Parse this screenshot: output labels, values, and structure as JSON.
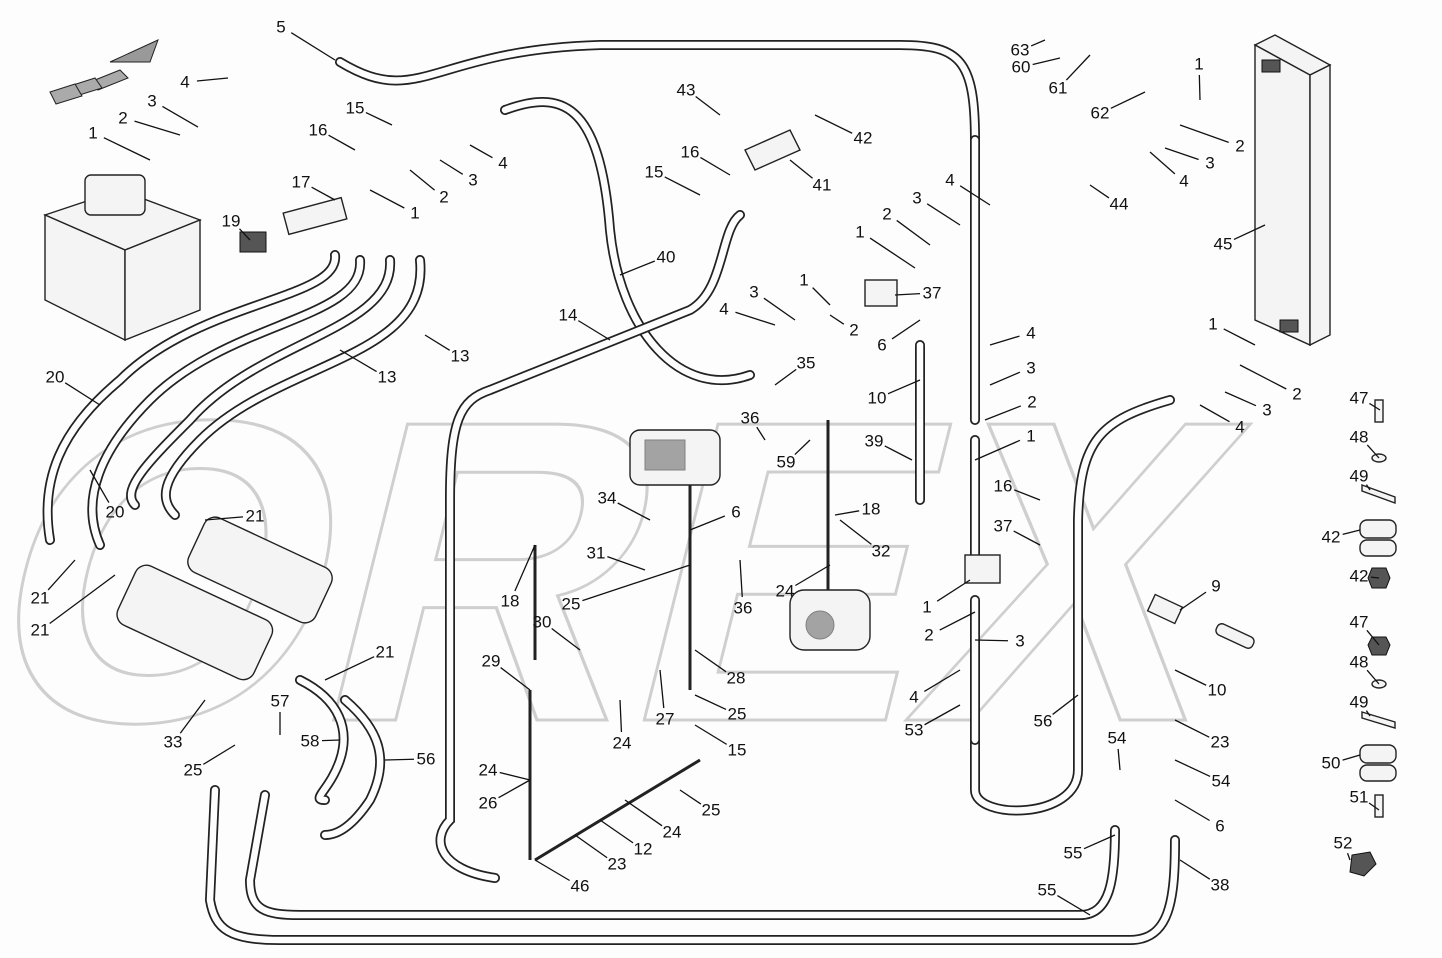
{
  "diagram": {
    "watermark": "OREX",
    "part_labels": [
      "5",
      "4",
      "3",
      "2",
      "1",
      "15",
      "16",
      "17",
      "19",
      "1",
      "2",
      "3",
      "4",
      "43",
      "42",
      "16",
      "15",
      "41",
      "63",
      "60",
      "61",
      "62",
      "1",
      "2",
      "3",
      "4",
      "44",
      "45",
      "4",
      "3",
      "2",
      "1",
      "37",
      "40",
      "14",
      "3",
      "4",
      "1",
      "2",
      "6",
      "35",
      "10",
      "4",
      "3",
      "2",
      "1",
      "39",
      "36",
      "59",
      "1",
      "2",
      "3",
      "4",
      "13",
      "13",
      "20",
      "20",
      "21",
      "21",
      "21",
      "21",
      "33",
      "34",
      "6",
      "18",
      "32",
      "31",
      "18",
      "36",
      "24",
      "25",
      "30",
      "29",
      "28",
      "27",
      "24",
      "25",
      "15",
      "16",
      "37",
      "1",
      "2",
      "3",
      "4",
      "53",
      "9",
      "10",
      "23",
      "54",
      "6",
      "54",
      "55",
      "55",
      "38",
      "56",
      "57",
      "58",
      "56",
      "25",
      "24",
      "26",
      "25",
      "24",
      "12",
      "23",
      "46",
      "47",
      "48",
      "49",
      "42",
      "42",
      "47",
      "48",
      "49",
      "50",
      "51",
      "52"
    ],
    "colors": {
      "line": "#222222",
      "background": "#fdfdfd",
      "watermark": "#cfcfcf"
    }
  }
}
